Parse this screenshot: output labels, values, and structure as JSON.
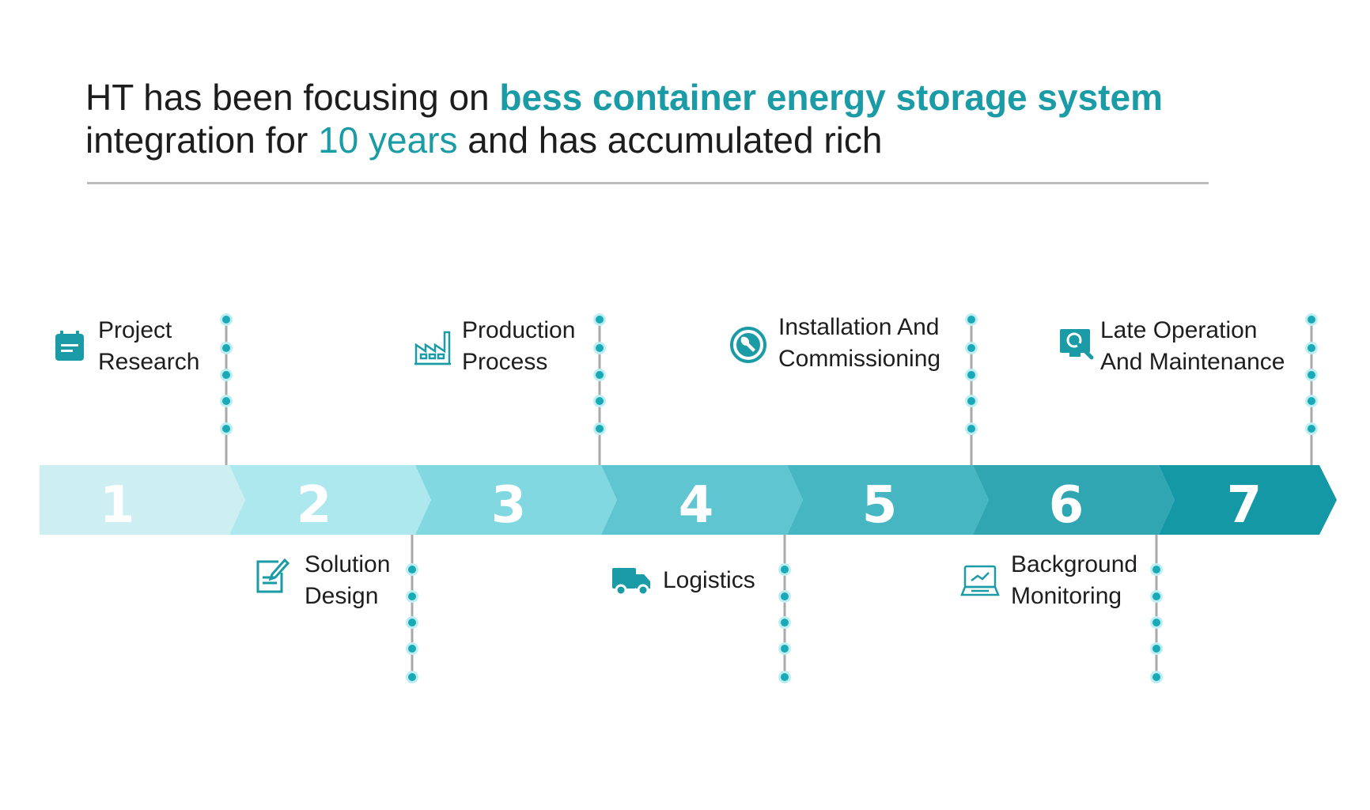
{
  "headline": {
    "prefix": "HT has been focusing on ",
    "highlight": "bess container energy storage system",
    "line2_prefix": "integration for ",
    "years": "10 years",
    "line2_suffix": " and has accumulated rich"
  },
  "colors": {
    "accent": "#1a9ba6",
    "segments": [
      "#cdeff1",
      "#ade8ee",
      "#82d8e0",
      "#5fc5d1",
      "#45b6c2",
      "#2fa6b2",
      "#1598a6"
    ],
    "connector": "#a9a9a9",
    "dot": "#1aa9b6"
  },
  "steps": [
    {
      "number": "1",
      "line1": "Project",
      "line2": "Research",
      "icon": "calendar-icon",
      "position": "top"
    },
    {
      "number": "2",
      "line1": "Solution",
      "line2": "Design",
      "icon": "document-edit-icon",
      "position": "bottom"
    },
    {
      "number": "3",
      "line1": "Production",
      "line2": "Process",
      "icon": "factory-icon",
      "position": "top"
    },
    {
      "number": "4",
      "line1": "Logistics",
      "line2": "",
      "icon": "truck-icon",
      "position": "bottom"
    },
    {
      "number": "5",
      "line1": "Installation And",
      "line2": "Commissioning",
      "icon": "wrench-icon",
      "position": "top"
    },
    {
      "number": "6",
      "line1": "Background",
      "line2": "Monitoring",
      "icon": "monitor-icon",
      "position": "bottom"
    },
    {
      "number": "7",
      "line1": "Late Operation",
      "line2": "And Maintenance",
      "icon": "search-screen-icon",
      "position": "top"
    }
  ]
}
